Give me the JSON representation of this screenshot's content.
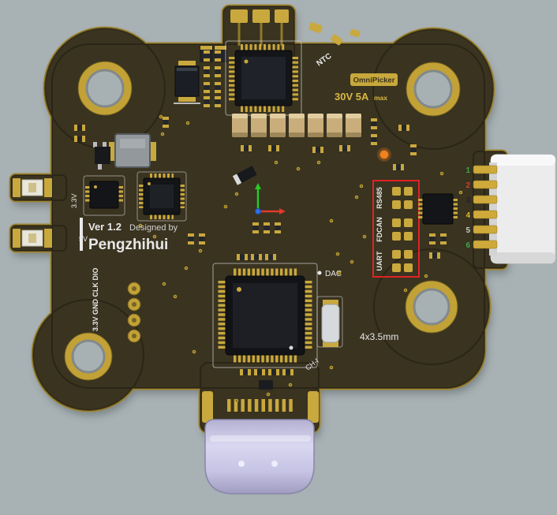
{
  "palette": {
    "background": "#a8b1b3",
    "board_soldermask": "#393320",
    "board_edge_gold": "#9d8430",
    "pad_gold": "#c9a83d",
    "silkscreen_white": "#e8e8e8",
    "annotation_red": "#e02424",
    "usb_connector_body": "#c6c3e4",
    "jst_connector_body": "#ececec",
    "rating_text_yellow": "#d9b843",
    "status_led_orange": "#ef8222",
    "axis_x_red": "#e03a2a",
    "axis_y_green": "#28c828",
    "axis_origin_blue": "#2f6fe0"
  },
  "silkscreen": {
    "ntc": "NTC",
    "omnipicker": "OmniPicker",
    "rating": "30V 5A",
    "rating_max": "max",
    "version": "Ver 1.2",
    "designed_by": "Designed by",
    "author": "Pengzhihui",
    "v33": "3.3V",
    "v5": "5V",
    "dac": "DAC",
    "ch_i": "CH-I",
    "mounting": "4x3.5mm",
    "debug_header": "3.3V GND CLK DIO"
  },
  "bus_labels": [
    "RS485",
    "FDCAN",
    "UART"
  ],
  "connector_pins": [
    {
      "n": "1",
      "color": "#3aa94c"
    },
    {
      "n": "2",
      "color": "#d4402e"
    },
    {
      "n": "3",
      "color": "#26251f"
    },
    {
      "n": "4",
      "color": "#dcb92f"
    },
    {
      "n": "5",
      "color": "#c9c9c9"
    },
    {
      "n": "6",
      "color": "#3aa94c"
    }
  ]
}
